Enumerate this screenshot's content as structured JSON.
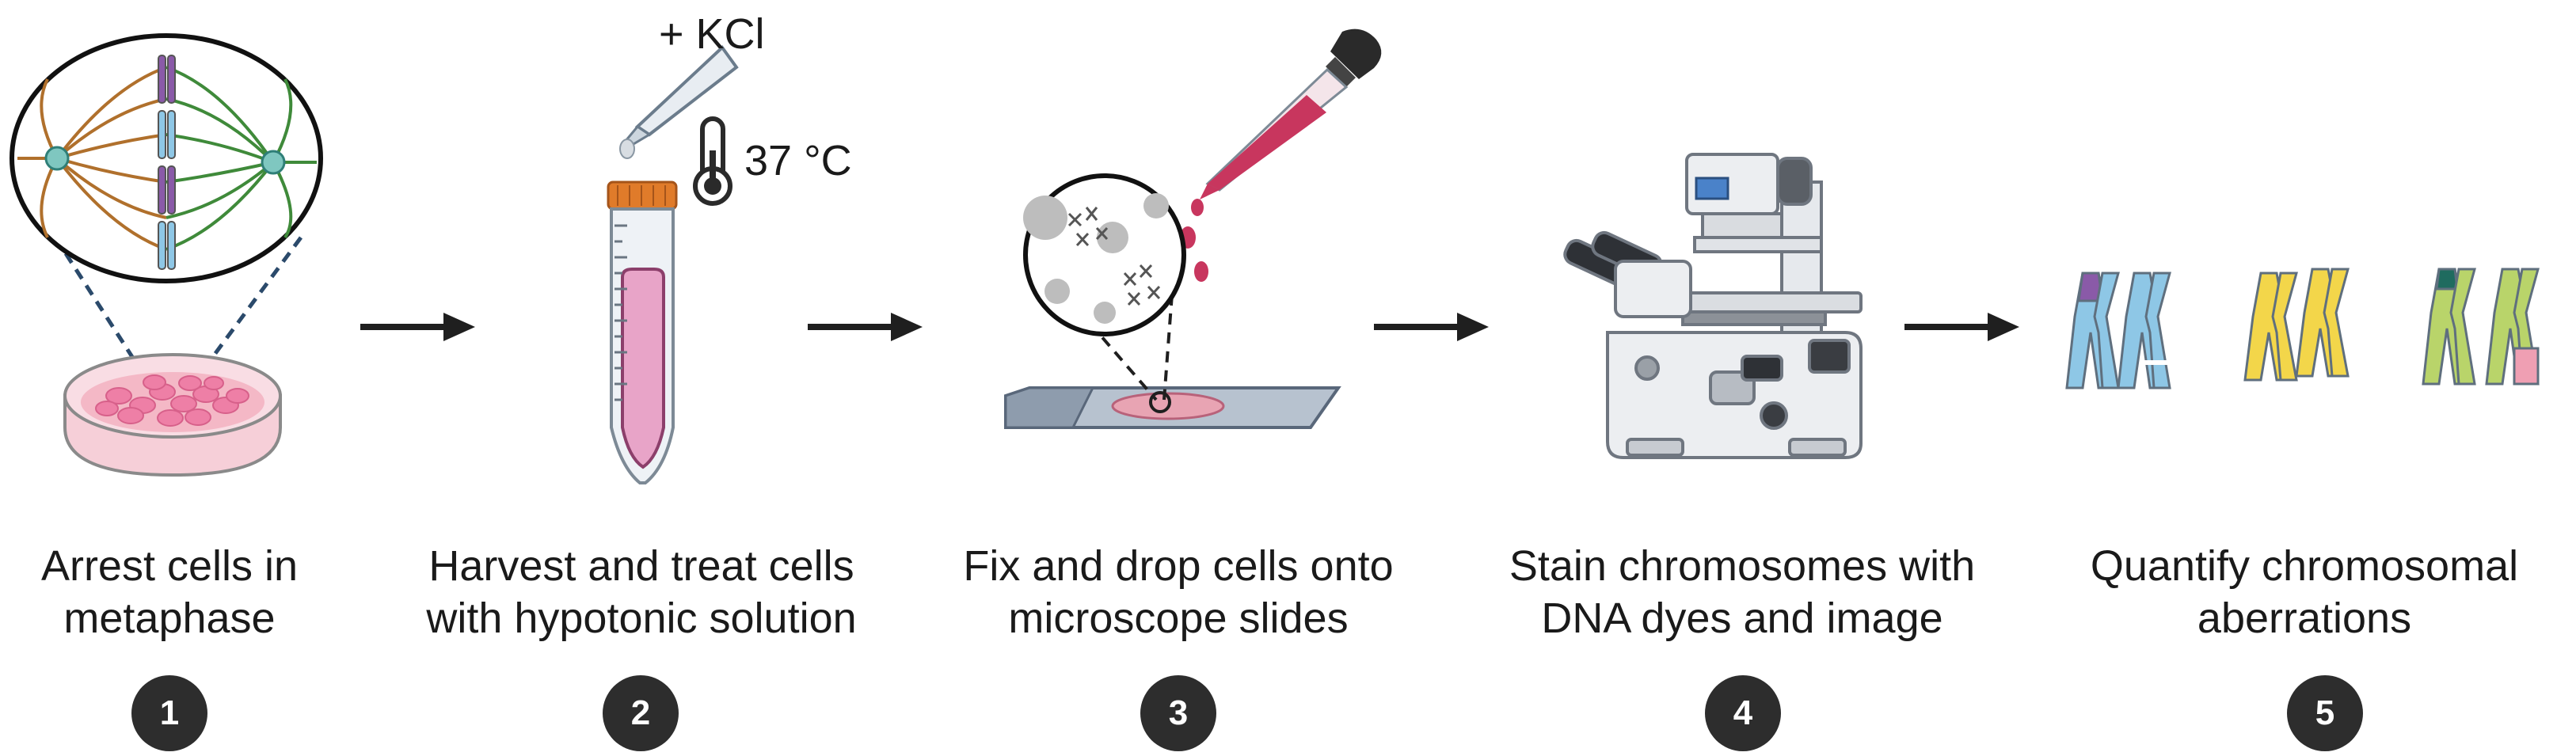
{
  "steps": [
    {
      "number": "1",
      "caption_line1": "Arrest cells in",
      "caption_line2": "metaphase"
    },
    {
      "number": "2",
      "caption_line1": "Harvest and treat cells",
      "caption_line2": "with hypotonic solution"
    },
    {
      "number": "3",
      "caption_line1": "Fix and drop cells onto",
      "caption_line2": "microscope slides"
    },
    {
      "number": "4",
      "caption_line1": "Stain chromosomes with",
      "caption_line2": "DNA dyes and image"
    },
    {
      "number": "5",
      "caption_line1": "Quantify chromosomal",
      "caption_line2": "aberrations"
    }
  ],
  "annotations": {
    "reagent": "+ KCl",
    "temperature": "37 °C"
  },
  "colors": {
    "badge": "#2d2d2d",
    "arrow": "#1f1f1f",
    "dish_pink": "#f4b8c6",
    "cell_pink": "#ee7fa6",
    "spindle_green": "#3f8a3a",
    "spindle_brown": "#b0702c",
    "chromosome_purple": "#8a5aa8",
    "chromosome_blue": "#8ec7e6",
    "chromosome_yellow": "#f3d64a",
    "chromosome_green": "#b9d46a",
    "tube_cap": "#e07b2a",
    "liquid_pink": "#e8a4c8",
    "dropper_red": "#c8365e"
  }
}
